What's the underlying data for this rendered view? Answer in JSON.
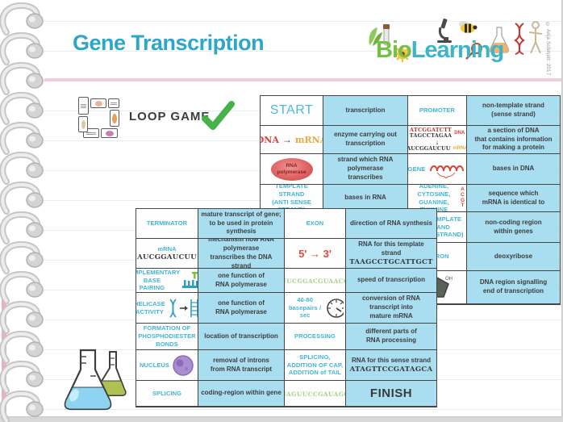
{
  "page": {
    "title": "Gene Transcription",
    "loop_game_label": "LOOP GAME",
    "copyright": "© Anja Schmidt: 2017",
    "logo": {
      "bio": "Bio",
      "learning": "Learning"
    }
  },
  "colors": {
    "accent_teal": "#41b6d6",
    "cell_blue": "#a9ddf0",
    "seq_green": "#a6d388",
    "red": "#d6453c",
    "mrna_orange": "#eda93c",
    "check_green": "#46b24a",
    "title_teal": "#2ca7c8",
    "logo_green": "#76c043"
  },
  "top_table": {
    "rows": [
      [
        {
          "kind": "start",
          "text": "START"
        },
        {
          "kind": "def",
          "lines": [
            "transcription"
          ]
        },
        {
          "kind": "term",
          "lines": [
            "PROMOTER"
          ]
        },
        {
          "kind": "def",
          "lines": [
            "non-template strand",
            "(sense strand)"
          ]
        }
      ],
      [
        {
          "kind": "dna_mrna",
          "dna": "DNA",
          "mrna": "mRNA"
        },
        {
          "kind": "def",
          "lines": [
            "enzyme carrying out",
            "transcription"
          ]
        },
        {
          "kind": "dna_pair",
          "coding": "ATCGGATCTT",
          "template": "TAGCCTAGAA",
          "dna_label": "DNA",
          "mrna_seq": "AUCGGAUCUU",
          "mrna_label": "mRNA"
        },
        {
          "kind": "def",
          "lines": [
            "a section of DNA",
            "that contains information",
            "for making a protein"
          ]
        }
      ],
      [
        {
          "kind": "oval",
          "lines": [
            "RNA",
            "polymerase"
          ]
        },
        {
          "kind": "def",
          "lines": [
            "strand which RNA polymerase",
            "transcribes"
          ]
        },
        {
          "kind": "gene",
          "label": "GENE"
        },
        {
          "kind": "def",
          "lines": [
            "bases in DNA"
          ]
        }
      ],
      [
        {
          "kind": "term",
          "lines": [
            "TEMPLATE STRAND",
            "(ANTI SENSE STRAND)"
          ]
        },
        {
          "kind": "def",
          "lines": [
            "bases in RNA"
          ]
        },
        {
          "kind": "acgt",
          "lines": [
            "ADENINE, CYTOSINE,",
            "GUANINE, THYMINE"
          ],
          "letters": "ACGT"
        },
        {
          "kind": "def",
          "lines": [
            "sequence which",
            "mRNA is identical to"
          ]
        }
      ],
      [
        {
          "kind": "empty"
        },
        {
          "kind": "empty"
        },
        {
          "kind": "term",
          "lines": [
            "NON-TEMPLATE STRAND",
            "(SENSE STRAND)"
          ]
        },
        {
          "kind": "def",
          "lines": [
            "non-coding region",
            "within genes"
          ]
        }
      ],
      [
        {
          "kind": "empty"
        },
        {
          "kind": "empty"
        },
        {
          "kind": "term",
          "lines": [
            "INTRON"
          ]
        },
        {
          "kind": "def",
          "lines": [
            "deoxyribose"
          ]
        }
      ],
      [
        {
          "kind": "empty"
        },
        {
          "kind": "empty"
        },
        {
          "kind": "sugar"
        },
        {
          "kind": "def",
          "lines": [
            "DNA region signalling",
            "end of transcription"
          ]
        }
      ]
    ]
  },
  "bottom_table": {
    "rows": [
      [
        {
          "kind": "term",
          "lines": [
            "TERMINATOR"
          ]
        },
        {
          "kind": "def",
          "lines": [
            "mature transcript of gene;",
            "to be used in protein synthesis"
          ]
        },
        {
          "kind": "term",
          "lines": [
            "EXON"
          ]
        },
        {
          "kind": "def",
          "lines": [
            "direction of RNA synthesis"
          ]
        }
      ],
      [
        {
          "kind": "term_seq",
          "term": "mRNA",
          "seq": "AUCGGAUCUU"
        },
        {
          "kind": "def",
          "lines": [
            "mechanism how RNA polymerase",
            "transcribes the DNA strand"
          ]
        },
        {
          "kind": "five_three",
          "text": "5' → 3'"
        },
        {
          "kind": "def_seq",
          "lines": [
            "RNA for this template strand"
          ],
          "seq": "TAAGCCTGCATTGCT"
        }
      ],
      [
        {
          "kind": "term_icon",
          "lines": [
            "COMPLEMENTARY",
            "BASE",
            "PAIRING"
          ],
          "icon": "basepair"
        },
        {
          "kind": "def",
          "lines": [
            "one function of",
            "RNA polymerase"
          ]
        },
        {
          "kind": "green_seq",
          "seq": "AUUCGGACGUAACGA"
        },
        {
          "kind": "def",
          "lines": [
            "speed of transcription"
          ]
        }
      ],
      [
        {
          "kind": "term_icon",
          "lines": [
            "HELICASE",
            "ACTIVITY"
          ],
          "icon": "helicase"
        },
        {
          "kind": "def",
          "lines": [
            "one function of",
            "RNA polymerase"
          ]
        },
        {
          "kind": "clock_cell",
          "lines": [
            "40-80",
            "basepairs / sec"
          ]
        },
        {
          "kind": "def",
          "lines": [
            "conversion of RNA transcript into",
            "mature mRNA"
          ]
        }
      ],
      [
        {
          "kind": "term",
          "lines": [
            "FORMATION OF",
            "PHOSPHODIESTER BONDS"
          ]
        },
        {
          "kind": "def",
          "lines": [
            "location of transcription"
          ]
        },
        {
          "kind": "term",
          "lines": [
            "PROCESSING"
          ]
        },
        {
          "kind": "def",
          "lines": [
            "different parts of",
            "RNA processing"
          ]
        }
      ],
      [
        {
          "kind": "term_icon",
          "lines": [
            "NUCLEUS"
          ],
          "icon": "nucleus"
        },
        {
          "kind": "def",
          "lines": [
            "removal of introns",
            "from RNA transcript"
          ]
        },
        {
          "kind": "term",
          "lines": [
            "SPLICING,",
            "ADDITION OF CAP,",
            "ADDITION of TAIL"
          ]
        },
        {
          "kind": "def_seq",
          "lines": [
            "RNA for this sense strand"
          ],
          "seq": "ATAGTTCCGATAGCA"
        }
      ],
      [
        {
          "kind": "term",
          "lines": [
            "SPLICING"
          ]
        },
        {
          "kind": "def",
          "lines": [
            "coding-region within gene"
          ]
        },
        {
          "kind": "green_seq",
          "seq": "AUAGUUCCGAUAGCA"
        },
        {
          "kind": "finish",
          "text": "FINISH"
        }
      ]
    ]
  }
}
